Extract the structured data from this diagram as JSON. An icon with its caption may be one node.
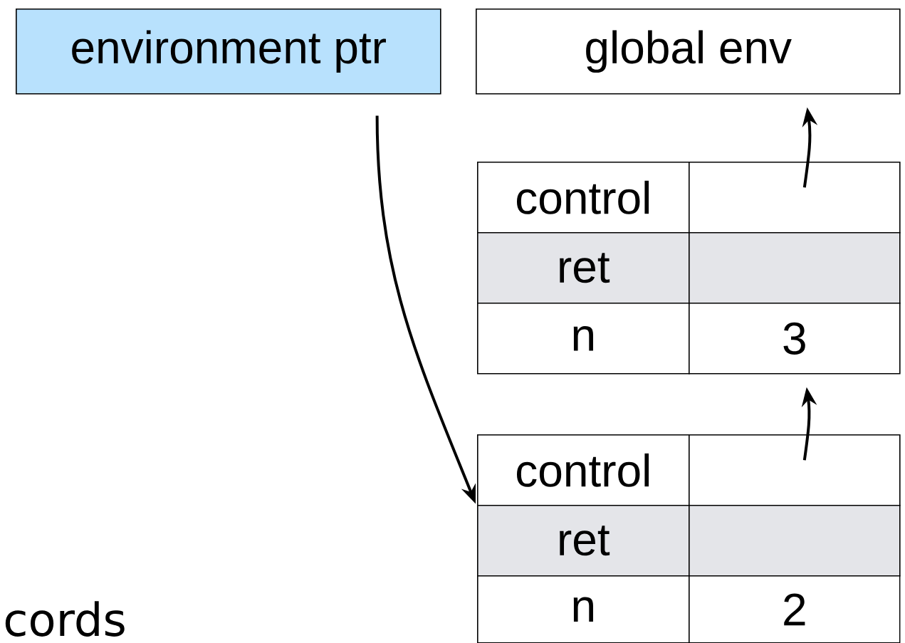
{
  "diagram": {
    "nodes": [
      {
        "text": [
          "environment ptr"
        ]
      },
      {
        "text": [
          "global env"
        ]
      },
      {
        "text": [
          "control"
        ]
      },
      {
        "text": [],
        "shape": "box"
      },
      {
        "text": [
          "ret"
        ]
      },
      {
        "text": [],
        "shape": "box"
      },
      {
        "text": [
          "n"
        ]
      },
      {
        "text": [
          "3"
        ]
      },
      {
        "text": [
          "control"
        ]
      },
      {
        "text": [],
        "shape": "box"
      },
      {
        "text": [
          "ret"
        ]
      },
      {
        "text": [],
        "shape": "box"
      },
      {
        "text": [
          "n"
        ]
      },
      {
        "text": [
          "2"
        ]
      }
    ],
    "edges": [
      {
        "from": 0,
        "to": 8,
        "arrow": "to"
      },
      {
        "from": 3,
        "to": 1,
        "arrow": "to"
      },
      {
        "from": 9,
        "to": 7,
        "arrow": "to"
      }
    ],
    "labels": [
      "cords"
    ]
  }
}
